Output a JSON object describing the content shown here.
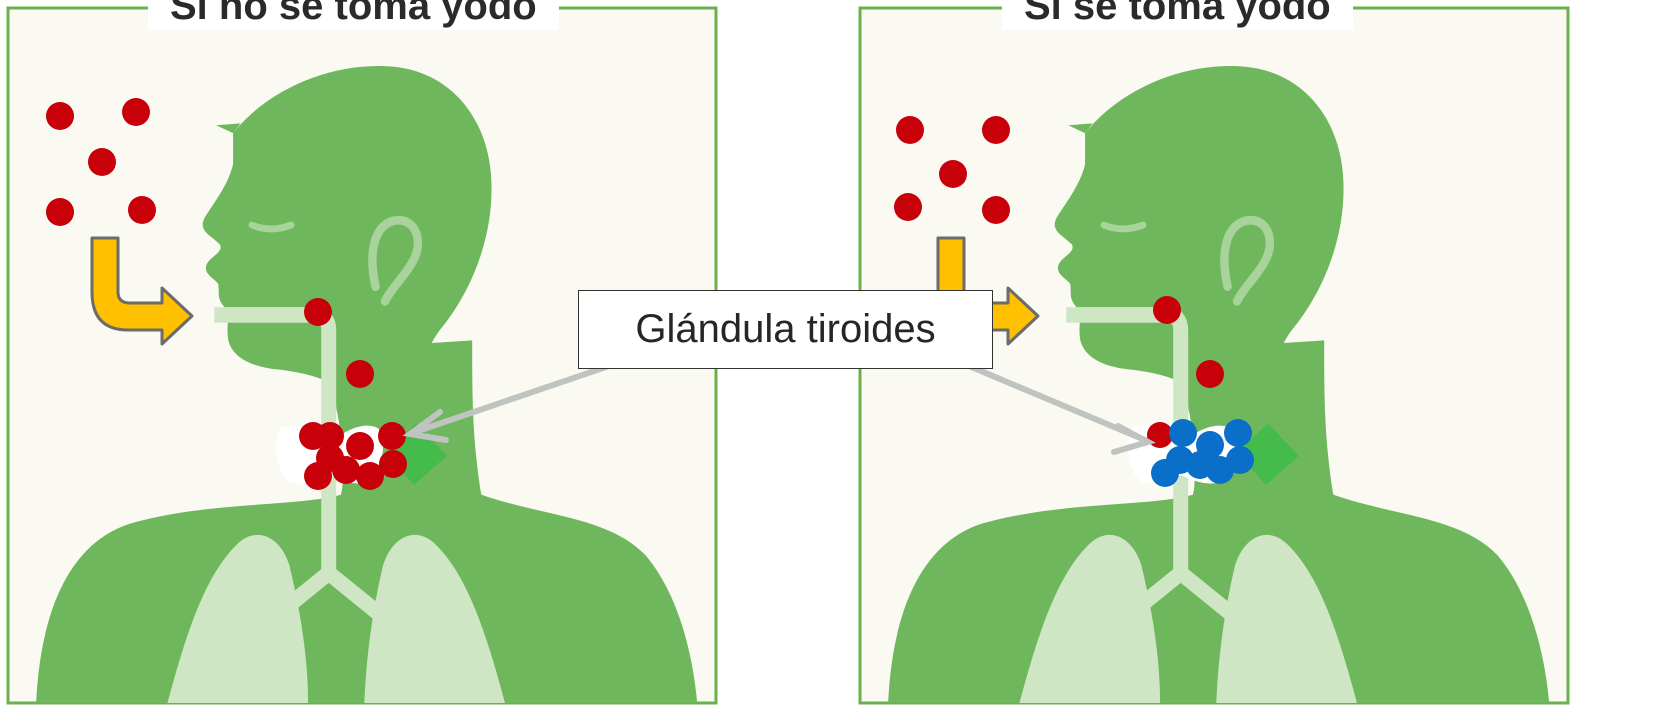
{
  "panels": {
    "left": {
      "title": "Si no se toma yodo"
    },
    "right": {
      "title": "Si se toma yodo"
    }
  },
  "callout": {
    "label": "Glándula tiroides"
  },
  "colors": {
    "body": "#6fb75c",
    "panel_bg": "#fafaf2",
    "frame": "#6ab04c",
    "airway": "#cfe6c5",
    "radioactive_iodine": "#c8000a",
    "stable_iodine": "#0a6fc8",
    "arrow": "#ffc000",
    "thyroid": "#44bb4a",
    "pointer": "#c0c4c0"
  },
  "icons": {
    "intake_arrow": "curved-arrow-icon",
    "particle": "dot-icon"
  }
}
